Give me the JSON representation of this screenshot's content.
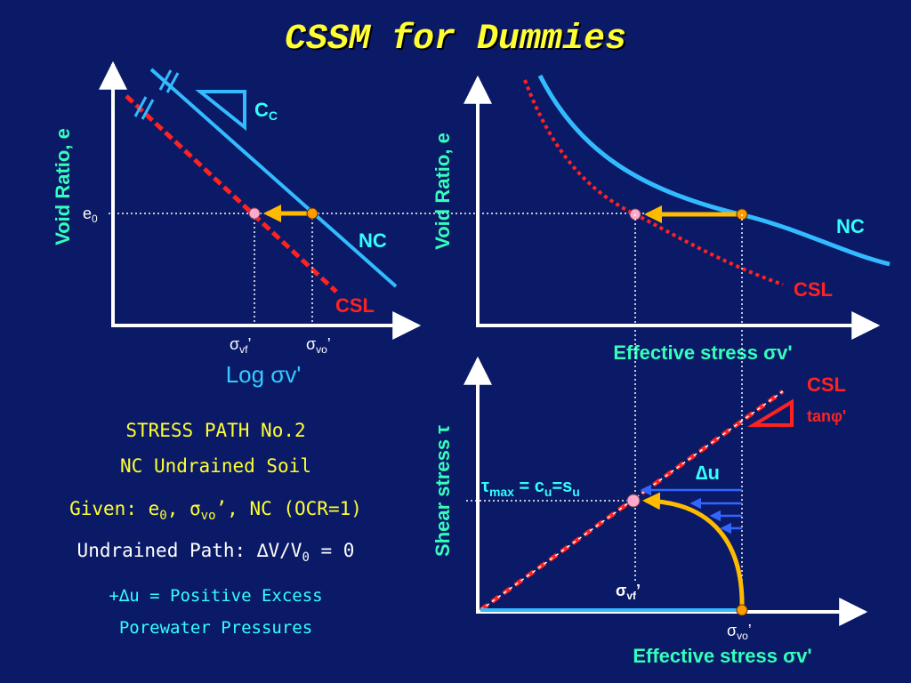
{
  "slide": {
    "title": "CSSM for Dummies",
    "notes": {
      "path_title": "STRESS PATH No.2",
      "soil": "NC Undrained Soil",
      "given_prefix": "Given: e",
      "given_sub0": "0",
      "given_mid": ", ",
      "given_sigma": "σ",
      "given_sub_vo": "vo",
      "given_tail": "’, NC (OCR=1)",
      "undrained_prefix": "Undrained Path: ",
      "undrained_delta": "∆",
      "undrained_mid": "V/V",
      "undrained_sub": "0",
      "undrained_tail": " = 0",
      "excess_line1": "+∆u = Positive Excess",
      "excess_line2": "Porewater Pressures"
    }
  },
  "colors": {
    "background": "#0b1a66",
    "nc_line": "#33bbff",
    "csl_line": "#ff2222",
    "arrow": "#ffbb00",
    "label_text": "#33ffff",
    "axis": "#ffffff",
    "start_point": "#ff9900",
    "end_point": "#ffaacc"
  },
  "chart_data": [
    {
      "type": "line",
      "panel": "top-left",
      "ylabel": "Void Ratio, e",
      "xlabel": "Log σv'",
      "e0_label": "e",
      "e0_sub": "0",
      "series": [
        {
          "name": "NC",
          "shape": "straight, steep negative slope"
        },
        {
          "name": "CSL",
          "shape": "straight dashed, parallel to NC"
        }
      ],
      "slope_label": "C",
      "slope_sub": "C",
      "parallel_marks": "//",
      "points": [
        {
          "label": "σvo’",
          "sigma": "σ",
          "sub": "vo",
          "prime": "’",
          "on": "NC",
          "e": "e0"
        },
        {
          "label": "σvf’",
          "sigma": "σ",
          "sub": "vf",
          "prime": "’",
          "on": "CSL",
          "e": "e0"
        }
      ],
      "path": "horizontal arrow at e0 from NC point to CSL point"
    },
    {
      "type": "line",
      "panel": "top-right",
      "ylabel": "Void Ratio, e",
      "xlabel": "Effective stress σv'",
      "series": [
        {
          "name": "NC",
          "shape": "concave decreasing curve"
        },
        {
          "name": "CSL",
          "shape": "dotted curve below NC"
        }
      ],
      "path": "horizontal arrow at e0 from NC point to CSL point"
    },
    {
      "type": "line",
      "panel": "bottom-right",
      "ylabel": "Shear stress τ",
      "xlabel": "Effective stress σv'",
      "series": [
        {
          "name": "CSL",
          "shape": "straight line through origin"
        }
      ],
      "slope_label": "tanφ'",
      "tau_label": {
        "tau": "τ",
        "max": "max",
        "eq": " = c",
        "u_sub": "u",
        "eq2": "=s",
        "u_sub2": "u"
      },
      "du_label": "∆u",
      "points": [
        {
          "label": "σvo’",
          "sigma": "σ",
          "sub": "vo",
          "prime": "’",
          "tau": 0
        },
        {
          "label": "σvf’",
          "sigma": "σ",
          "sub": "vf",
          "prime": "’",
          "on": "CSL"
        }
      ],
      "path": "curved stress path from σvo’ on axis up to τmax on CSL"
    }
  ]
}
